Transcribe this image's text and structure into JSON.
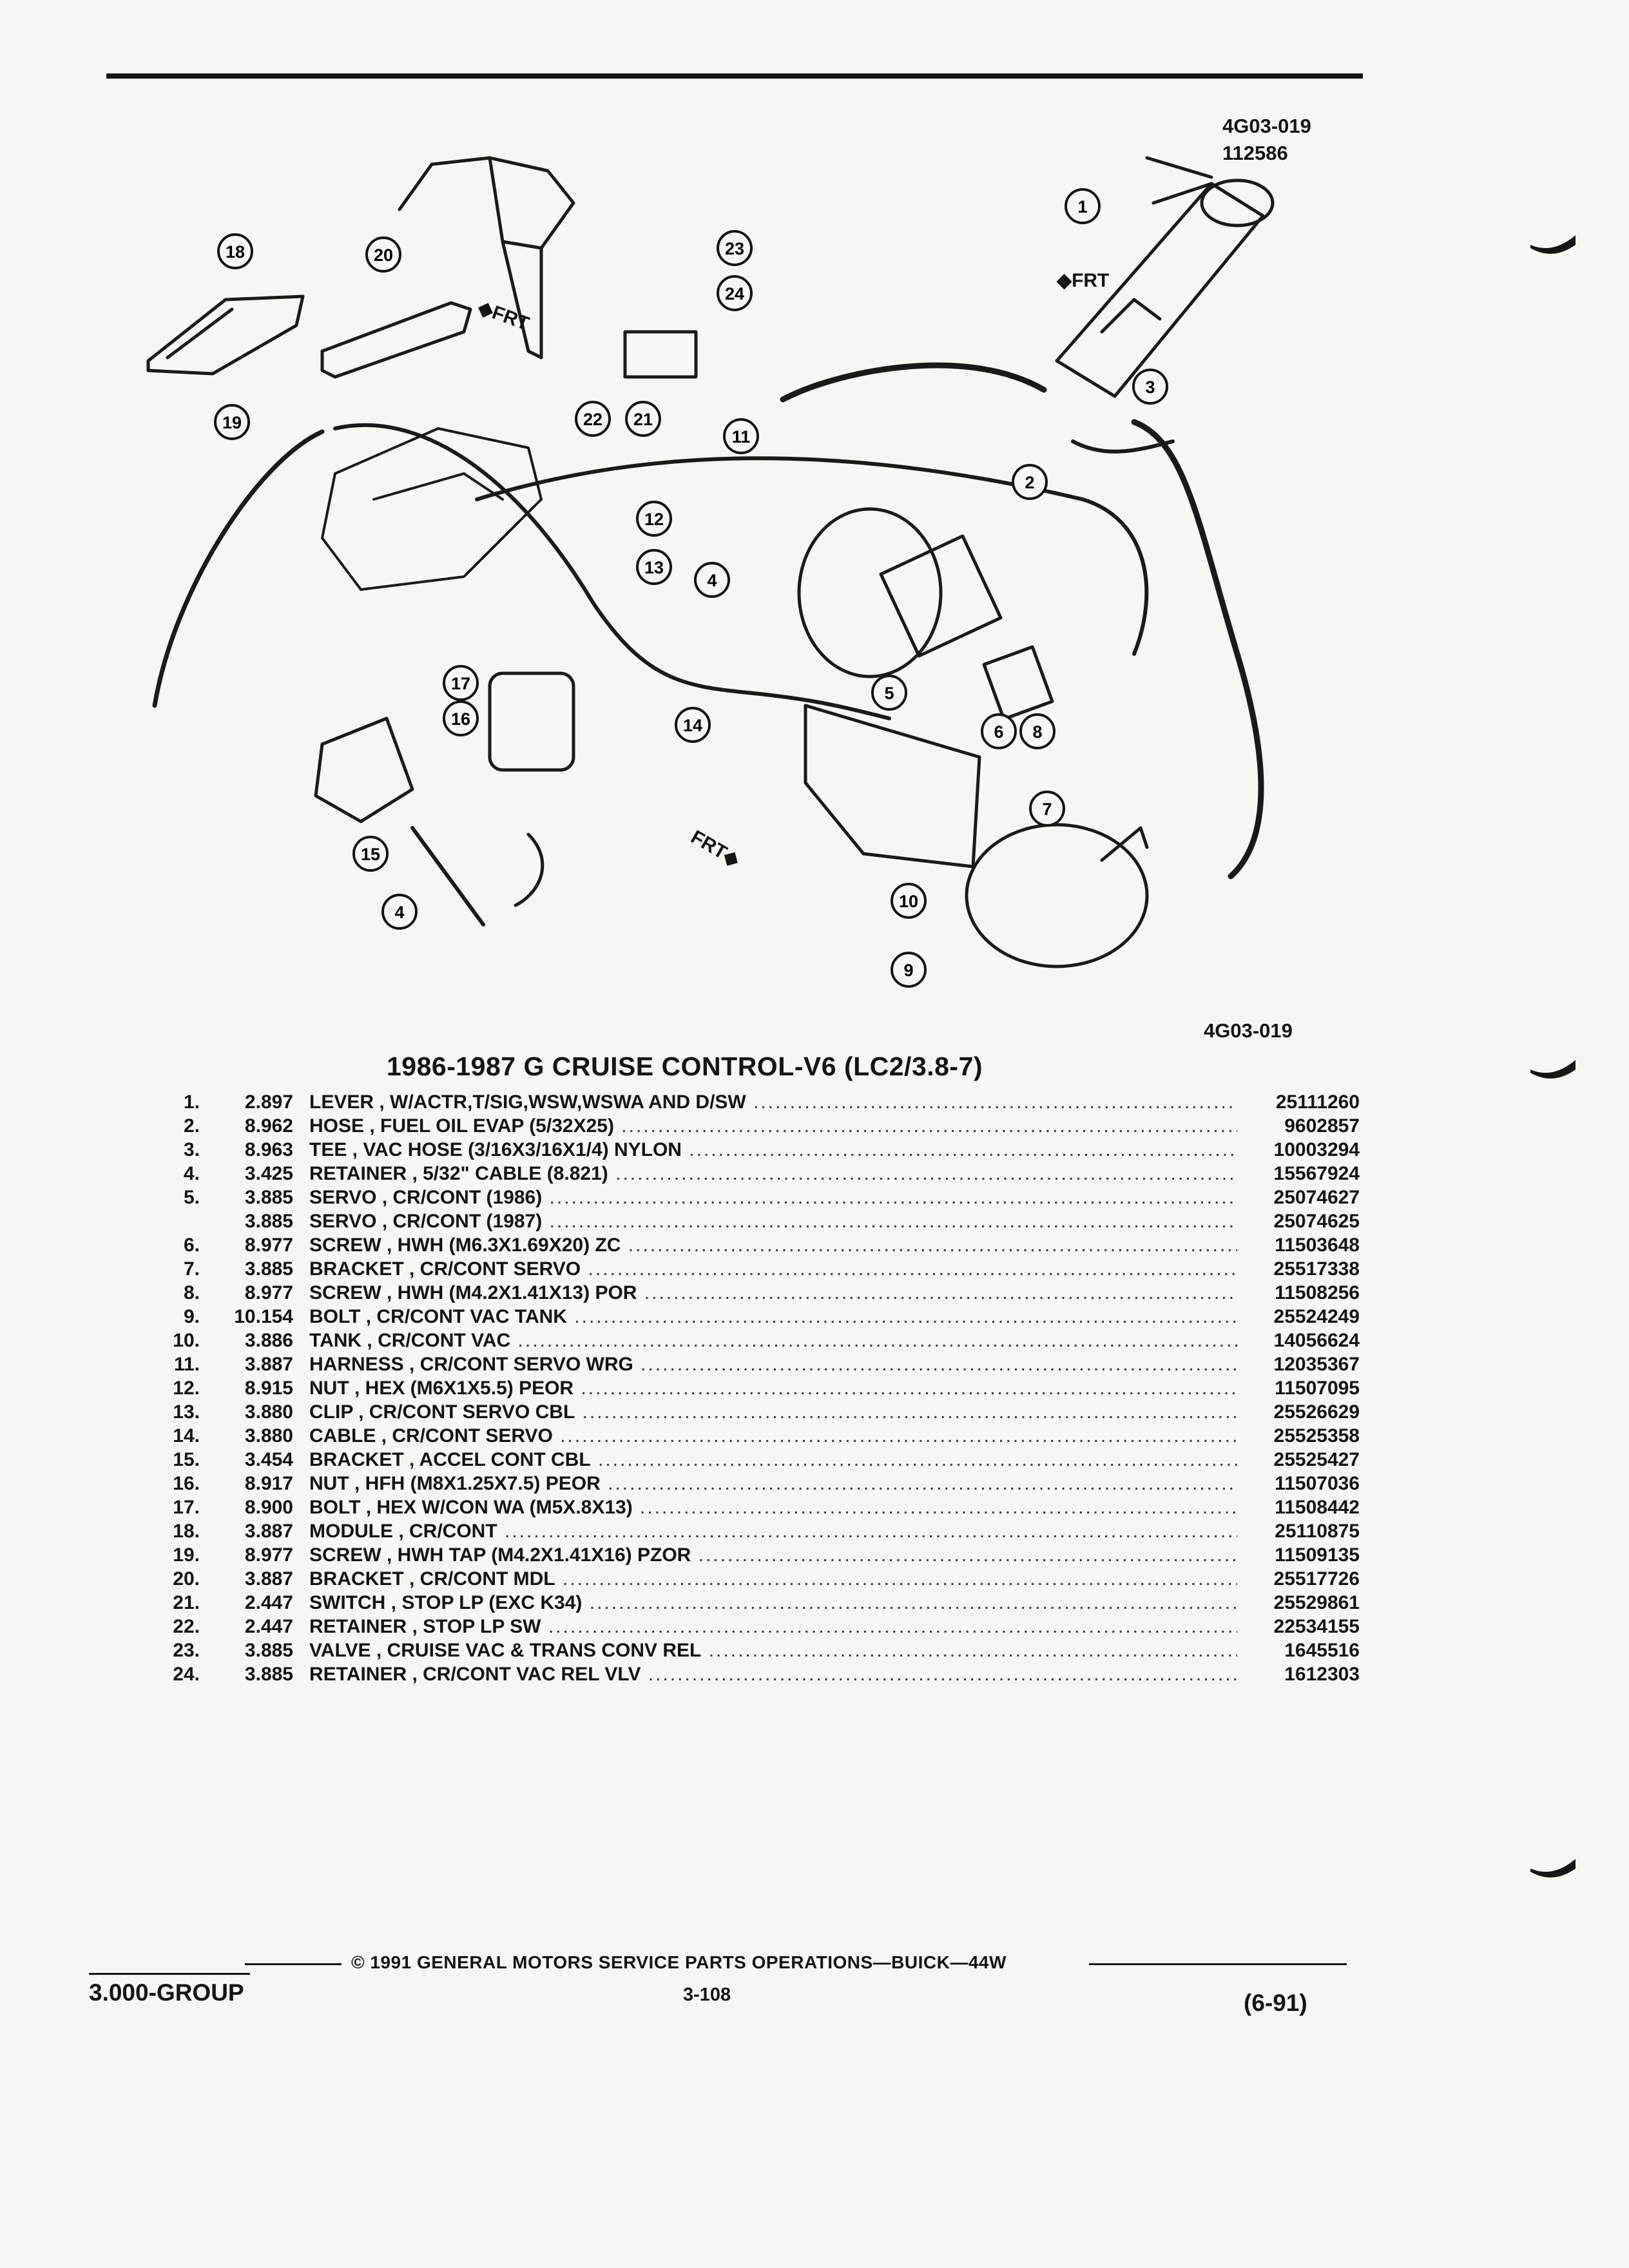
{
  "header": {
    "ref_code": "4G03-019",
    "ref_number": "112586"
  },
  "diagram": {
    "callouts": [
      "1",
      "2",
      "3",
      "4",
      "5",
      "6",
      "7",
      "8",
      "9",
      "10",
      "11",
      "12",
      "13",
      "14",
      "15",
      "16",
      "17",
      "18",
      "19",
      "20",
      "21",
      "22",
      "23",
      "24"
    ],
    "frt_label": "FRT",
    "ref_code_bottom": "4G03-019"
  },
  "title": "1986-1987 G CRUISE CONTROL-V6 (LC2/3.8-7)",
  "parts": [
    {
      "no": "1.",
      "group": "2.897",
      "desc": "LEVER , W/ACTR,T/SIG,WSW,WSWA AND D/SW",
      "part": "25111260"
    },
    {
      "no": "2.",
      "group": "8.962",
      "desc": "HOSE , FUEL OIL EVAP (5/32X25)",
      "part": "9602857"
    },
    {
      "no": "3.",
      "group": "8.963",
      "desc": "TEE , VAC HOSE (3/16X3/16X1/4) NYLON",
      "part": "10003294"
    },
    {
      "no": "4.",
      "group": "3.425",
      "desc": "RETAINER , 5/32\" CABLE (8.821)",
      "part": "15567924"
    },
    {
      "no": "5.",
      "group": "3.885",
      "desc": "SERVO , CR/CONT (1986)",
      "part": "25074627"
    },
    {
      "no": "",
      "group": "3.885",
      "desc": "SERVO , CR/CONT (1987)",
      "part": "25074625"
    },
    {
      "no": "6.",
      "group": "8.977",
      "desc": "SCREW , HWH (M6.3X1.69X20) ZC",
      "part": "11503648"
    },
    {
      "no": "7.",
      "group": "3.885",
      "desc": "BRACKET , CR/CONT SERVO",
      "part": "25517338"
    },
    {
      "no": "8.",
      "group": "8.977",
      "desc": "SCREW , HWH (M4.2X1.41X13) POR",
      "part": "11508256"
    },
    {
      "no": "9.",
      "group": "10.154",
      "desc": "BOLT , CR/CONT VAC TANK",
      "part": "25524249"
    },
    {
      "no": "10.",
      "group": "3.886",
      "desc": "TANK , CR/CONT VAC",
      "part": "14056624"
    },
    {
      "no": "11.",
      "group": "3.887",
      "desc": "HARNESS , CR/CONT SERVO WRG",
      "part": "12035367"
    },
    {
      "no": "12.",
      "group": "8.915",
      "desc": "NUT , HEX (M6X1X5.5) PEOR",
      "part": "11507095"
    },
    {
      "no": "13.",
      "group": "3.880",
      "desc": "CLIP , CR/CONT SERVO CBL",
      "part": "25526629"
    },
    {
      "no": "14.",
      "group": "3.880",
      "desc": "CABLE , CR/CONT SERVO",
      "part": "25525358"
    },
    {
      "no": "15.",
      "group": "3.454",
      "desc": "BRACKET , ACCEL CONT CBL",
      "part": "25525427"
    },
    {
      "no": "16.",
      "group": "8.917",
      "desc": "NUT , HFH (M8X1.25X7.5) PEOR",
      "part": "11507036"
    },
    {
      "no": "17.",
      "group": "8.900",
      "desc": "BOLT , HEX W/CON WA (M5X.8X13)",
      "part": "11508442"
    },
    {
      "no": "18.",
      "group": "3.887",
      "desc": "MODULE , CR/CONT",
      "part": "25110875"
    },
    {
      "no": "19.",
      "group": "8.977",
      "desc": "SCREW , HWH TAP (M4.2X1.41X16) PZOR",
      "part": "11509135"
    },
    {
      "no": "20.",
      "group": "3.887",
      "desc": "BRACKET , CR/CONT MDL",
      "part": "25517726"
    },
    {
      "no": "21.",
      "group": "2.447",
      "desc": "SWITCH , STOP LP (EXC K34)",
      "part": "25529861"
    },
    {
      "no": "22.",
      "group": "2.447",
      "desc": "RETAINER , STOP LP SW",
      "part": "22534155"
    },
    {
      "no": "23.",
      "group": "3.885",
      "desc": "VALVE , CRUISE VAC & TRANS CONV REL",
      "part": "1645516"
    },
    {
      "no": "24.",
      "group": "3.885",
      "desc": "RETAINER , CR/CONT VAC REL VLV",
      "part": "1612303"
    }
  ],
  "footer": {
    "copyright": "© 1991 GENERAL MOTORS SERVICE PARTS OPERATIONS—BUICK—44W",
    "page": "3-108",
    "group": "3.000-GROUP",
    "date": "(6-91)"
  }
}
